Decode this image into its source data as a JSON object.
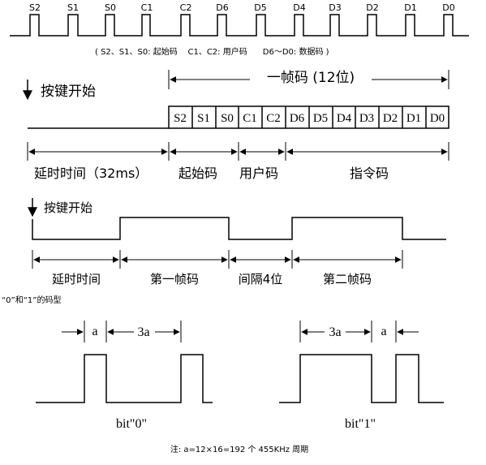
{
  "top_bits": [
    "S2",
    "S1",
    "S0",
    "C1",
    "C2",
    "D6",
    "D5",
    "D4",
    "D3",
    "D2",
    "D1",
    "D0"
  ],
  "legend_line": "( S2、S1、S0: 起始码    C1、C2: 用户码      D6～D0: 数据码 )",
  "section1": {
    "start_label": "按键开始",
    "frame_label": "一帧码 (12位)",
    "boxes": [
      "S2",
      "S1",
      "S0",
      "C1",
      "C2",
      "D6",
      "D5",
      "D4",
      "D3",
      "D2",
      "D1",
      "D0"
    ],
    "segments": [
      "延时时间（32ms）",
      "起始码",
      "用户码",
      "指令码"
    ]
  },
  "section2": {
    "start_label": "按键开始",
    "segments": [
      "延时时间",
      "第一帧码",
      "间隔4位",
      "第二帧码"
    ]
  },
  "section3": {
    "title": "“0”和“1”的码型",
    "bit0": {
      "a": "a",
      "threea": "3a",
      "label": "bit\"0\""
    },
    "bit1": {
      "a": "a",
      "threea": "3a",
      "label": "bit\"1\""
    }
  },
  "footnote": "注: a=12×16=192 个 455KHz 周期"
}
